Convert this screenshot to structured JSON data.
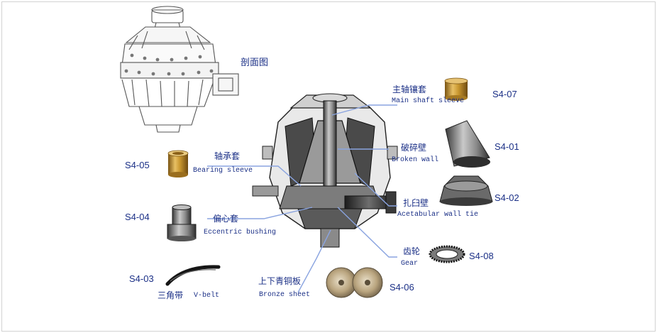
{
  "accent_color": "#1a2f86",
  "leader_color": "#8aa4e0",
  "section_view": {
    "label": "剖面图"
  },
  "parts": [
    {
      "code": "S4-07",
      "cn": "主轴镶套",
      "en": "Main shaft sleeve",
      "icon": "bronze-sleeve-icon"
    },
    {
      "code": "S4-01",
      "cn": "破碎壁",
      "en": "Broken wall",
      "icon": "mantle-cone-icon"
    },
    {
      "code": "S4-02",
      "cn": "扎臼壁",
      "en": "Acetabular wall tie",
      "icon": "bowl-liner-icon"
    },
    {
      "code": "S4-08",
      "cn": "齿轮",
      "en": "Gear",
      "icon": "bevel-gear-icon"
    },
    {
      "code": "S4-05",
      "cn": "轴承套",
      "en": "Bearing sleeve",
      "icon": "bronze-bushing-icon"
    },
    {
      "code": "S4-04",
      "cn": "偏心套",
      "en": "Eccentric bushing",
      "icon": "eccentric-bushing-icon"
    },
    {
      "code": "S4-03",
      "cn": "三角带",
      "en": "V-belt",
      "icon": "v-belt-icon"
    },
    {
      "code": "S4-06",
      "cn": "上下青铜板",
      "en": "Bronze sheet",
      "icon": "bronze-plate-icon"
    }
  ]
}
